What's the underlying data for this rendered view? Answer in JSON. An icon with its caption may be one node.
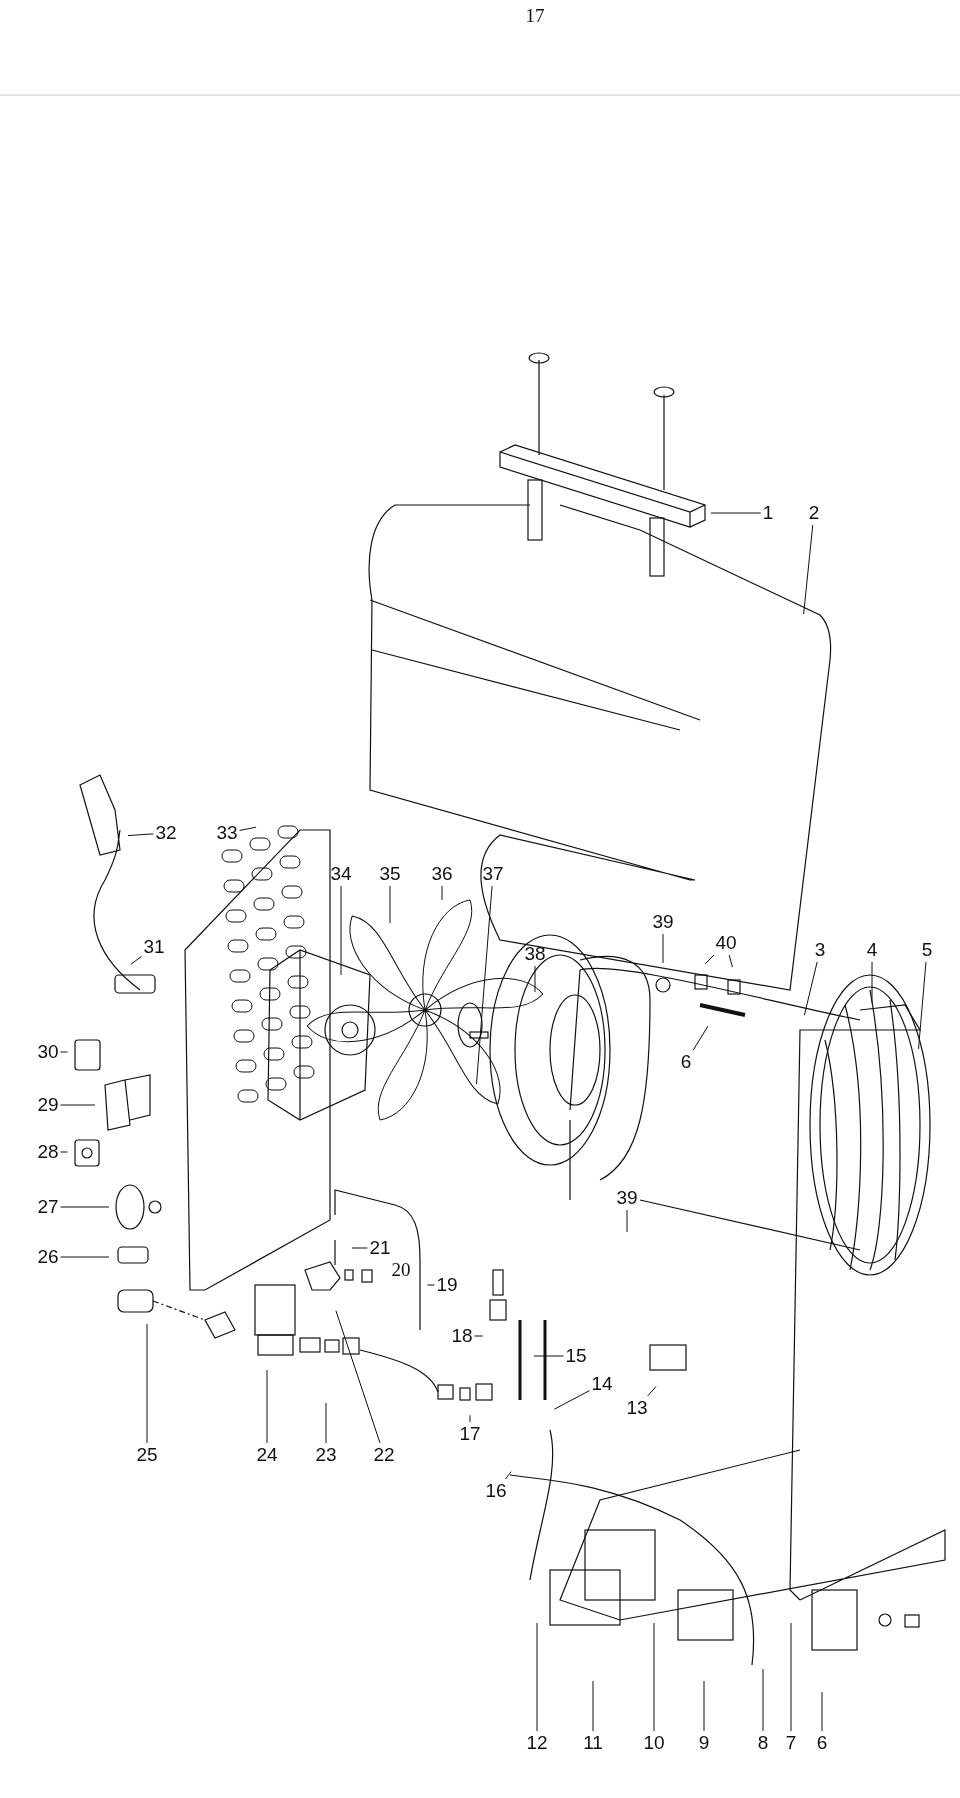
{
  "diagram": {
    "nodes": [
      {
        "text": [
          "1"
        ]
      },
      {
        "text": [
          "2"
        ]
      },
      {
        "text": [
          "32"
        ]
      },
      {
        "text": [
          "33"
        ]
      },
      {
        "text": [
          "34"
        ]
      },
      {
        "text": [
          "35"
        ]
      },
      {
        "text": [
          "36"
        ]
      },
      {
        "text": [
          "37"
        ]
      },
      {
        "text": [
          "39"
        ]
      },
      {
        "text": [
          "40"
        ]
      },
      {
        "text": [
          "3"
        ]
      },
      {
        "text": [
          "4"
        ]
      },
      {
        "text": [
          "5"
        ]
      },
      {
        "text": [
          "31"
        ]
      },
      {
        "text": [
          "38"
        ]
      },
      {
        "text": [
          "30"
        ]
      },
      {
        "text": [
          "6"
        ]
      },
      {
        "text": [
          "29"
        ]
      },
      {
        "text": [
          "28"
        ]
      },
      {
        "text": [
          "27"
        ]
      },
      {
        "text": [
          "39"
        ]
      },
      {
        "text": [
          "26"
        ]
      },
      {
        "text": [
          "21"
        ]
      },
      {
        "text": [
          "19"
        ]
      },
      {
        "text": [
          "18"
        ]
      },
      {
        "text": [
          "15"
        ]
      },
      {
        "text": [
          "14"
        ]
      },
      {
        "text": [
          "13"
        ]
      },
      {
        "text": [
          "17"
        ]
      },
      {
        "text": [
          "25"
        ]
      },
      {
        "text": [
          "24"
        ]
      },
      {
        "text": [
          "23"
        ]
      },
      {
        "text": [
          "22"
        ]
      },
      {
        "text": [
          "16"
        ]
      },
      {
        "text": [
          "12"
        ]
      },
      {
        "text": [
          "11"
        ]
      },
      {
        "text": [
          "10"
        ]
      },
      {
        "text": [
          "9"
        ]
      },
      {
        "text": [
          "8"
        ]
      },
      {
        "text": [
          "7"
        ]
      },
      {
        "text": [
          "6"
        ]
      }
    ],
    "edges": [
      {
        "from": 0,
        "to": null,
        "arrow": "none"
      },
      {
        "from": 1,
        "to": null,
        "arrow": "none"
      },
      {
        "from": 2,
        "to": null,
        "arrow": "none"
      },
      {
        "from": 3,
        "to": null,
        "arrow": "none"
      },
      {
        "from": 4,
        "to": null,
        "arrow": "none"
      },
      {
        "from": 5,
        "to": null,
        "arrow": "none"
      },
      {
        "from": 6,
        "to": null,
        "arrow": "none"
      },
      {
        "from": 7,
        "to": null,
        "arrow": "none"
      },
      {
        "from": 8,
        "to": null,
        "arrow": "none"
      },
      {
        "from": 9,
        "to": null,
        "arrow": "none"
      },
      {
        "from": 9,
        "to": null,
        "arrow": "none"
      },
      {
        "from": 10,
        "to": null,
        "arrow": "none"
      },
      {
        "from": 11,
        "to": null,
        "arrow": "none"
      },
      {
        "from": 12,
        "to": null,
        "arrow": "none"
      },
      {
        "from": 13,
        "to": null,
        "arrow": "none"
      },
      {
        "from": 14,
        "to": null,
        "arrow": "none"
      },
      {
        "from": 15,
        "to": null,
        "arrow": "none"
      },
      {
        "from": 16,
        "to": null,
        "arrow": "none"
      },
      {
        "from": 17,
        "to": null,
        "arrow": "none"
      },
      {
        "from": 18,
        "to": null,
        "arrow": "none"
      },
      {
        "from": 19,
        "to": null,
        "arrow": "none"
      },
      {
        "from": 20,
        "to": null,
        "arrow": "none"
      },
      {
        "from": 21,
        "to": null,
        "arrow": "none"
      },
      {
        "from": 22,
        "to": null,
        "arrow": "none"
      },
      {
        "from": 23,
        "to": null,
        "arrow": "none"
      },
      {
        "from": 24,
        "to": null,
        "arrow": "none"
      },
      {
        "from": 25,
        "to": null,
        "arrow": "none"
      },
      {
        "from": 26,
        "to": null,
        "arrow": "none"
      },
      {
        "from": 27,
        "to": null,
        "arrow": "none"
      },
      {
        "from": 28,
        "to": null,
        "arrow": "none"
      },
      {
        "from": 29,
        "to": null,
        "arrow": "none"
      },
      {
        "from": 30,
        "to": null,
        "arrow": "none"
      },
      {
        "from": 31,
        "to": null,
        "arrow": "none"
      },
      {
        "from": 32,
        "to": null,
        "arrow": "none"
      },
      {
        "from": 33,
        "to": null,
        "arrow": "none"
      },
      {
        "from": 34,
        "to": null,
        "arrow": "none"
      },
      {
        "from": 35,
        "to": null,
        "arrow": "none"
      },
      {
        "from": 36,
        "to": null,
        "arrow": "none"
      },
      {
        "from": 37,
        "to": null,
        "arrow": "none"
      },
      {
        "from": 38,
        "to": null,
        "arrow": "none"
      },
      {
        "from": 39,
        "to": null,
        "arrow": "none"
      },
      {
        "from": 40,
        "to": null,
        "arrow": "none"
      }
    ],
    "labels": [
      "17",
      "20"
    ]
  }
}
